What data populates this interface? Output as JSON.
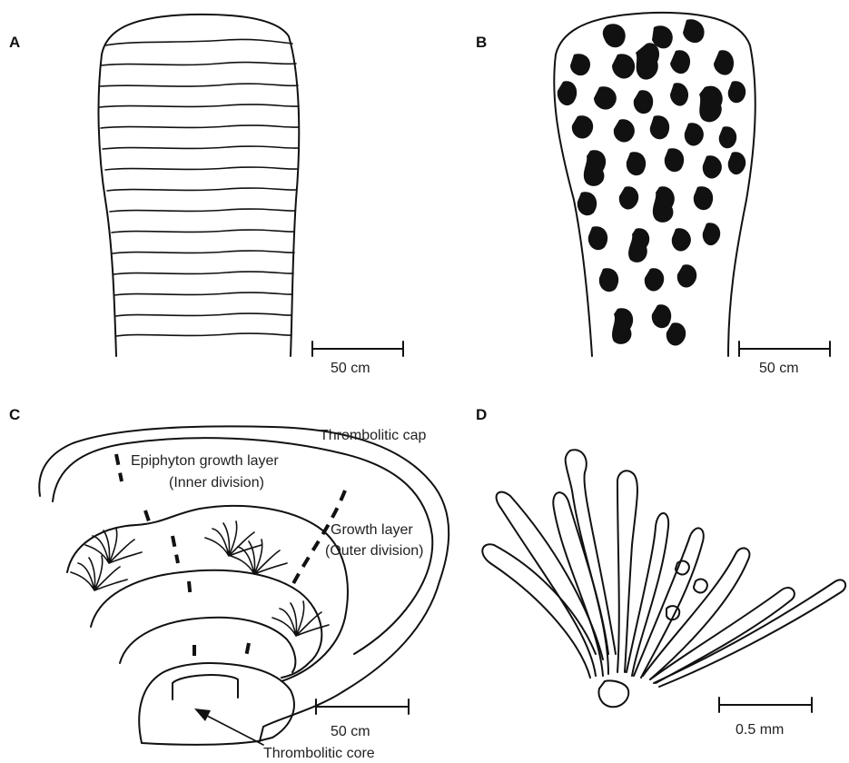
{
  "panels": {
    "a": {
      "letter": "A",
      "scale_label": "50 cm"
    },
    "b": {
      "letter": "B",
      "scale_label": "50 cm"
    },
    "c": {
      "letter": "C",
      "scale_label": "50 cm",
      "labels": {
        "cap": "Thrombolitic cap",
        "inner_line1": "Epiphyton growth layer",
        "inner_line2": "(Inner division)",
        "outer_line1": "Growth layer",
        "outer_line2": "(Outer division)",
        "core": "Thrombolitic core"
      }
    },
    "d": {
      "letter": "D",
      "scale_label": "0.5 mm"
    }
  }
}
